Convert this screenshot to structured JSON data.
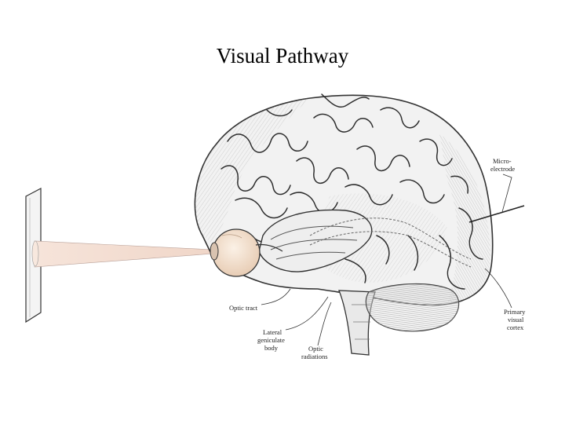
{
  "slide": {
    "title": "Visual Pathway"
  },
  "labels": {
    "microelectrode_line1": "Micro-",
    "microelectrode_line2": "electrode",
    "optic_tract": "Optic tract",
    "lateral_geniculate_line1": "Lateral",
    "lateral_geniculate_line2": "geniculate",
    "lateral_geniculate_line3": "body",
    "optic_radiations_line1": "Optic",
    "optic_radiations_line2": "radiations",
    "primary_visual_cortex_line1": "Primary",
    "primary_visual_cortex_line2": "visual",
    "primary_visual_cortex_line3": "cortex"
  },
  "colors": {
    "light_beam": "#f3ddd2",
    "eyeball": "#f6e6d6",
    "brain_fill": "#f1f1f1",
    "ink": "#333333"
  }
}
